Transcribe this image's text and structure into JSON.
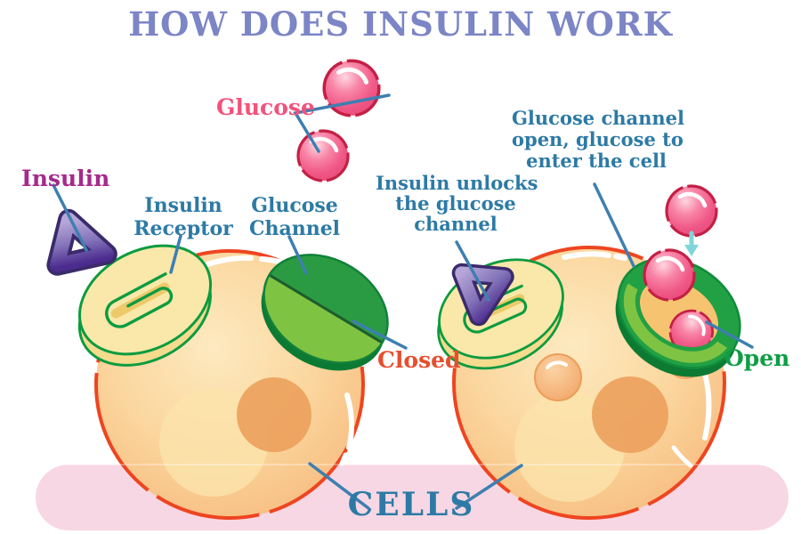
{
  "title": "HOW DOES INSULIN WORK",
  "labels": {
    "glucose": "Glucose",
    "insulin": "Insulin",
    "insulin_receptor": {
      "line1": "Insulin",
      "line2": "Receptor"
    },
    "glucose_channel": {
      "line1": "Glucose",
      "line2": "Channel"
    },
    "closed": "Closed",
    "insulin_unlocks": {
      "line1": "Insulin unlocks",
      "line2": "the glucose",
      "line3": "channel"
    },
    "channel_open": {
      "line1": "Glucose channel",
      "line2": "open, glucose to",
      "line3": "enter the cell"
    },
    "open": "Open",
    "cells": "CELLS"
  },
  "colors": {
    "title_purple": "#7c85c5",
    "label_teal": "#2d7aa5",
    "glucose_pink": "#f3527c",
    "insulin_magenta": "#a42a8d",
    "closed_red": "#e84e2d",
    "open_green": "#0f9e45",
    "pointer_blue": "#3e7fb0",
    "cell_outline_red": "#ee4520",
    "cell_fill_orange": "#fbd79f",
    "channel_green_dark": "#2a9b42",
    "channel_green_light": "#7fc342",
    "channel_rim_dark": "#0d7a33",
    "receptor_yellow": "#f9e8a9",
    "receptor_green": "#0d9b40",
    "sphere_pink": "#ef5786",
    "sphere_rim_crimson": "#c32045",
    "insulin_purple_light": "#b6a6d8",
    "insulin_purple_dark": "#4b2b8e",
    "band_pink": "#f8d7e4",
    "arrow_teal": "#7fd5d7"
  }
}
